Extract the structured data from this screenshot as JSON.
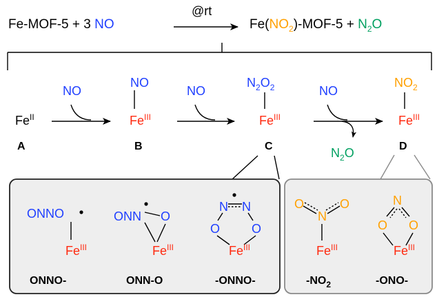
{
  "colors": {
    "no_blue": "#1f3fff",
    "fe_red": "#ff2a10",
    "no2_orange": "#ffa000",
    "n2o_green": "#00a060",
    "box_left_border": "#222222",
    "box_right_border": "#8a8a8a",
    "box_fill": "#eeeeee"
  },
  "equation": {
    "reactant_a": "Fe-MOF-5 + 3 ",
    "reactant_b": "NO",
    "condition": "@rt",
    "product_fe": "Fe(",
    "product_no": "NO",
    "product_no_sub": "2",
    "product_mof": ")-MOF-5 + ",
    "product_n2o_n": "N",
    "product_n2o_sub": "2",
    "product_n2o_o": "O"
  },
  "pathway": {
    "start": {
      "fe": "Fe",
      "ox": "II",
      "label": "A"
    },
    "step1_reagent": "NO",
    "int_b": {
      "ligand": "NO",
      "fe": "Fe",
      "ox": "III",
      "label": "B"
    },
    "step2_reagent": "NO",
    "int_c": {
      "lig_n": "N",
      "lig_n_sub": "2",
      "lig_o": "O",
      "lig_o_sub": "2",
      "fe": "Fe",
      "ox": "III",
      "label": "C"
    },
    "step3_reagent": "NO",
    "step3_byproduct": {
      "n": "N",
      "sub": "2",
      "o": "O"
    },
    "int_d": {
      "lig_no": "NO",
      "lig_sub": "2",
      "fe": "Fe",
      "ox": "III",
      "label": "D"
    }
  },
  "isomers_c": [
    {
      "label": "ONNO-",
      "ligand": "ONNO",
      "fe": "Fe",
      "ox": "III"
    },
    {
      "label": "ONN-O",
      "ligand": "ONN",
      "ring_o": "O",
      "fe": "Fe",
      "ox": "III"
    },
    {
      "label": "-ONNO-",
      "n_left": "N",
      "n_right": "N",
      "o_left": "O",
      "o_right": "O",
      "fe": "Fe",
      "ox": "III"
    }
  ],
  "isomers_d": [
    {
      "label": "-NO",
      "label_sub": "2",
      "o_left": "O",
      "n": "N",
      "o_right": "O",
      "fe": "Fe",
      "ox": "III"
    },
    {
      "label": "-ONO-",
      "n": "N",
      "o_left": "O",
      "o_right": "O",
      "fe": "Fe",
      "ox": "III"
    }
  ]
}
